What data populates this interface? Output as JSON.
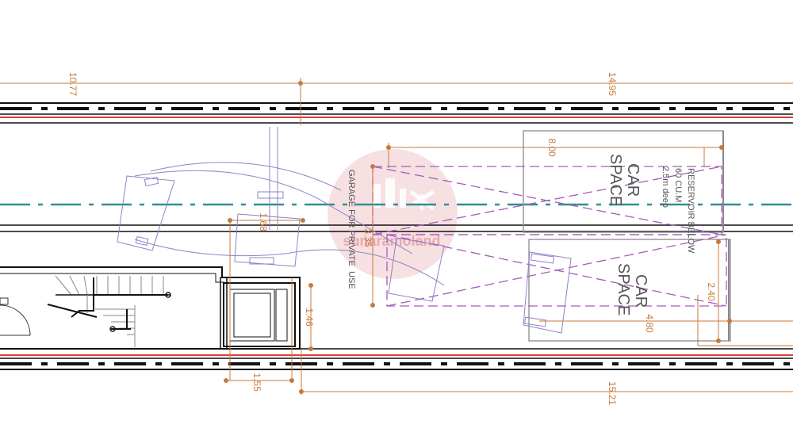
{
  "colors": {
    "wall": "#111111",
    "dimension": "#c8793a",
    "red_line": "#e23a3a",
    "axis": "#2f8f95",
    "purple_dash": "#a45cb8",
    "vehicle": "#8e84c8",
    "parking": "#9a9a9a",
    "text": "#555555",
    "watermark": "#e9a5ad"
  },
  "dimensions": {
    "left_top": "10.77",
    "top_span": "14.95",
    "ramp_width": "8.00",
    "lift_width": "1.68",
    "vertical_left": "3.35",
    "lift_depth": "1.46",
    "lift_bottom": "1.55",
    "right_height": "2.40",
    "right_width": "4.80",
    "bottom_span": "15.21"
  },
  "labels": {
    "garage_line1": "GARAGE FOR PRIVATE",
    "garage_line2": "USE",
    "car_space_1a": "CAR",
    "car_space_1b": "SPACE",
    "car_space_2a": "CAR",
    "car_space_2b": "SPACE",
    "reservoir_line1": "RESERVOIR BELOW",
    "reservoir_line2": "60 CU.M",
    "reservoir_line3": "2.5m deep"
  },
  "watermark": {
    "text": "sunaramoland"
  },
  "icons": {
    "stairs": "stairs-icon",
    "door": "door-swing-icon",
    "lift": "lift-icon",
    "car": "car-outline-icon",
    "logo": "watermark-logo-icon"
  }
}
